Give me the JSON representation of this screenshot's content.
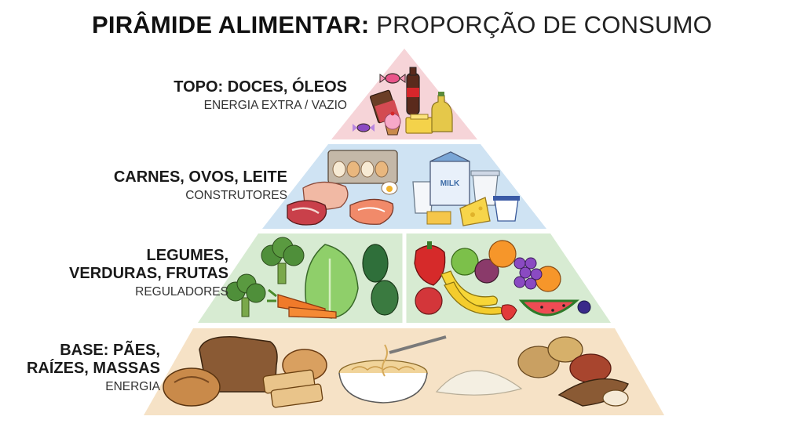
{
  "title": {
    "bold": "PIRÂMIDE ALIMENTAR:",
    "light": "PROPORÇÃO DE CONSUMO"
  },
  "tiers": {
    "top": {
      "head1": "TOPO: DOCES, ÓLEOS",
      "sub": "ENERGIA EXTRA / VAZIO",
      "color": "#f6d4d8"
    },
    "protein": {
      "head1": "CARNES, OVOS, LEITE",
      "sub": "CONSTRUTORES",
      "color": "#cfe3f3"
    },
    "veg": {
      "head1": "LEGUMES,",
      "head2": "VERDURAS, FRUTAS",
      "sub": "REGULADORES",
      "color": "#d7ebd2"
    },
    "base": {
      "head1": "BASE: PÃES,",
      "head2": "RAÍZES, MASSAS",
      "sub": "ENERGIA",
      "color": "#f6e2c6"
    }
  },
  "food_labels": {
    "milk_carton": "MILK"
  },
  "icons": [
    "candy-icon",
    "soda-bottle-icon",
    "chocolate-bar-icon",
    "cupcake-icon",
    "butter-icon",
    "oil-bottle-icon",
    "egg-carton-icon",
    "meat-icon",
    "fish-icon",
    "milk-carton-icon",
    "glass-of-milk-icon",
    "cheese-icon",
    "yogurt-icon",
    "broccoli-icon",
    "lettuce-icon",
    "spinach-icon",
    "carrot-icon",
    "pepper-icon",
    "apple-icon",
    "banana-icon",
    "orange-icon",
    "grape-icon",
    "watermelon-icon",
    "bread-icon",
    "pasta-icon",
    "rice-icon",
    "potato-icon",
    "cassava-icon"
  ]
}
